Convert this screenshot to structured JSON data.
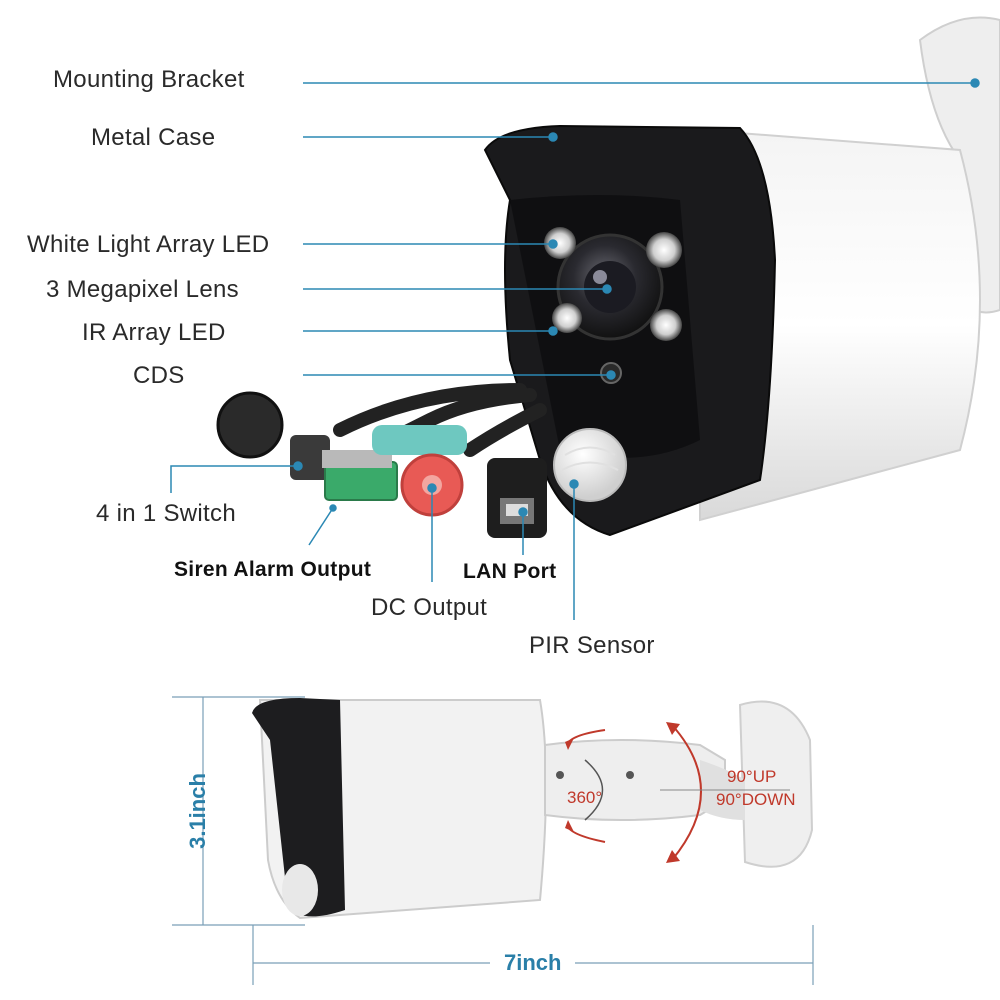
{
  "labels": {
    "mounting_bracket": "Mounting Bracket",
    "metal_case": "Metal Case",
    "white_led": "White Light Array LED",
    "lens": "3 Megapixel Lens",
    "ir_led": "IR Array LED",
    "cds": "CDS",
    "switch": "4 in 1 Switch",
    "siren": "Siren Alarm Output",
    "dc": "DC Output",
    "lan": "LAN Port",
    "pir": "PIR Sensor"
  },
  "dimensions": {
    "height": "3.1inch",
    "length": "7inch"
  },
  "rotation": {
    "pan": "360°",
    "tilt_up": "90°UP",
    "tilt_down": "90°DOWN"
  },
  "colors": {
    "leader": "#2b88b4",
    "dimension": "#2a7fa8",
    "rotation": "#c0392b"
  }
}
